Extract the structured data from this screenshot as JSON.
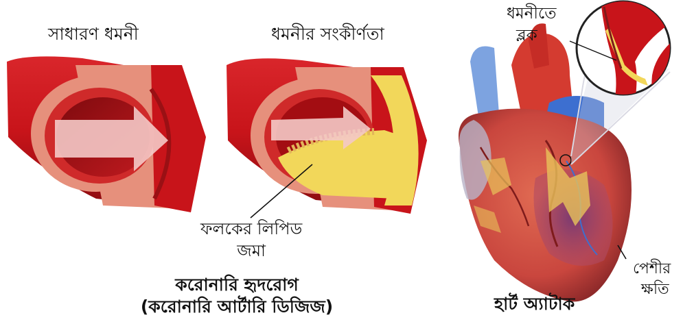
{
  "labels": {
    "normal_artery": "সাধারণ ধমনী",
    "narrowed_artery": "ধমনীর সংকীর্ণতা",
    "plaque_line1": "ফলকের লিপিড",
    "plaque_line2": "জমা",
    "blockage_line1": "ধমনীতে",
    "blockage_line2": "ব্লক",
    "muscle_damage_line1": "পেশীর",
    "muscle_damage_line2": "ক্ষতি",
    "cad_title_line1": "করোনারি হৃদরোগ",
    "cad_title_line2": "(করোনারি আর্টারি ডিজিজ)",
    "heart_attack_title": "হার্ট অ্যাটাক"
  },
  "colors": {
    "artery_red": "#c8141a",
    "lumen_red": "#a30d12",
    "wall_pink": "#e6907c",
    "plaque_yellow": "#f2d75a",
    "heart_muscle": "#c9463e",
    "aorta_blue": "#6f92d6",
    "damage_purple": "#8a4a78",
    "arrow_pink": "#f4c9c6"
  },
  "icons": [
    "artery-cross-section-normal",
    "artery-cross-section-narrowed",
    "heart-illustration",
    "zoom-magnifier-circle"
  ]
}
